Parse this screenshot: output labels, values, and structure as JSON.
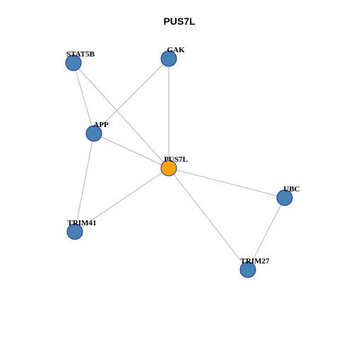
{
  "title": "PUS7L",
  "colors": {
    "center": "#FFA500",
    "neighbor": "#4682B4",
    "edge": "#B3B3B3",
    "border": "#1C2FA8"
  },
  "nodes": [
    {
      "id": "STAT5B",
      "label": "STAT5B",
      "role": "neighbor"
    },
    {
      "id": "GAK",
      "label": "GAK",
      "role": "neighbor"
    },
    {
      "id": "APP",
      "label": "APP",
      "role": "neighbor"
    },
    {
      "id": "PUS7L",
      "label": "PUS7L",
      "role": "center"
    },
    {
      "id": "UBC",
      "label": "UBC",
      "role": "neighbor"
    },
    {
      "id": "TRIM41",
      "label": "TRIM41",
      "role": "neighbor"
    },
    {
      "id": "TRIM27",
      "label": "TRIM27",
      "role": "neighbor"
    }
  ],
  "edges": [
    [
      "STAT5B",
      "APP"
    ],
    [
      "STAT5B",
      "PUS7L"
    ],
    [
      "GAK",
      "APP"
    ],
    [
      "GAK",
      "PUS7L"
    ],
    [
      "APP",
      "PUS7L"
    ],
    [
      "APP",
      "TRIM41"
    ],
    [
      "PUS7L",
      "TRIM41"
    ],
    [
      "PUS7L",
      "UBC"
    ],
    [
      "PUS7L",
      "TRIM27"
    ],
    [
      "UBC",
      "TRIM27"
    ]
  ]
}
